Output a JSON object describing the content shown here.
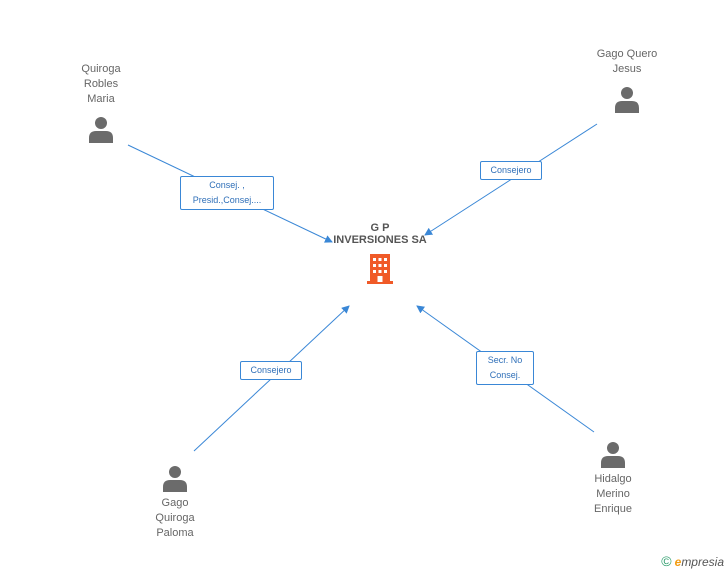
{
  "company": {
    "name_line1": "G P",
    "name_line2": "INVERSIONES SA",
    "icon": "building-icon",
    "color": "#f05a28"
  },
  "people": [
    {
      "id": "quiroga-robles",
      "lines": [
        "Quiroga",
        "Robles",
        "Maria"
      ],
      "icon": "person-icon"
    },
    {
      "id": "gago-quero",
      "lines": [
        "Gago Quero",
        "Jesus"
      ],
      "icon": "person-icon"
    },
    {
      "id": "gago-quiroga",
      "lines": [
        "Gago",
        "Quiroga",
        "Paloma"
      ],
      "icon": "person-icon"
    },
    {
      "id": "hidalgo-merino",
      "lines": [
        "Hidalgo",
        "Merino",
        "Enrique"
      ],
      "icon": "person-icon"
    }
  ],
  "relations": [
    {
      "from": "quiroga-robles",
      "lines": [
        "Consej. ,",
        "Presid.,Consej...."
      ]
    },
    {
      "from": "gago-quero",
      "lines": [
        "Consejero"
      ]
    },
    {
      "from": "gago-quiroga",
      "lines": [
        "Consejero"
      ]
    },
    {
      "from": "hidalgo-merino",
      "lines": [
        "Secr.  No",
        "Consej."
      ]
    }
  ],
  "colors": {
    "edge": "#3a87d6",
    "person": "#6b6b6b",
    "text": "#666666"
  },
  "brand": {
    "copyright": "©",
    "e_letter": "e",
    "rest": "mpresia"
  }
}
